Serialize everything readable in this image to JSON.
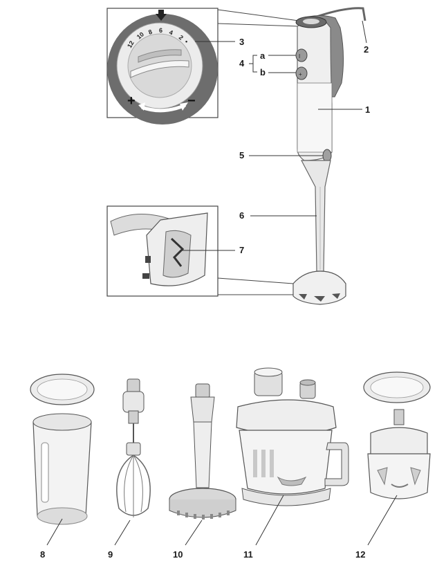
{
  "dial_scale": [
    "12",
    "10",
    "8",
    "6",
    "4",
    "2",
    "•"
  ],
  "dial_signs": {
    "plus": "+",
    "minus": "−"
  },
  "callouts": {
    "body": "1",
    "cable": "2",
    "speed_dial": "3",
    "buttons": "4",
    "button_a": "a",
    "button_b": "b",
    "release_button": "5",
    "blender_shaft": "6",
    "blade": "7",
    "beaker": "8",
    "whisk": "9",
    "masher": "10",
    "chopper": "11",
    "mini_chopper": "12"
  }
}
